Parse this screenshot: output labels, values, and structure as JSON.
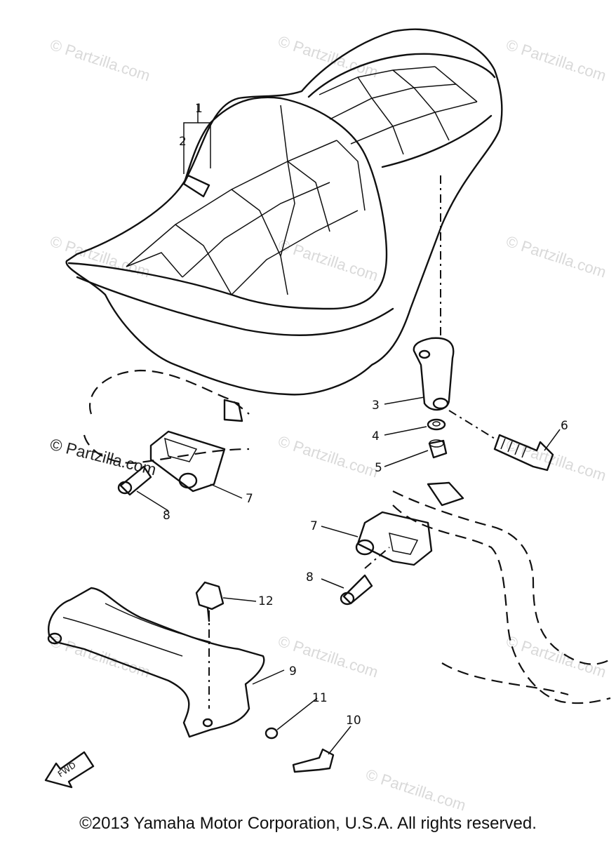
{
  "watermarks": [
    "© Partzilla.com",
    "© Partzilla.com",
    "© Partzilla.com",
    "© Partzilla.com",
    "© Partzilla.com",
    "© Partzilla.com",
    "© Partzilla.com",
    "© Partzilla.com",
    "© Partzilla.com",
    "© Partzilla.com",
    "© Partzilla.com",
    "© Partzilla.com"
  ],
  "watermark_dark": "© Partzilla.com",
  "callouts": [
    "1",
    "2",
    "3",
    "4",
    "5",
    "6",
    "7",
    "8",
    "7",
    "8",
    "12",
    "9",
    "11",
    "10"
  ],
  "fwd_label": "FWD",
  "copyright": "©2013 Yamaha Motor Corporation, U.S.A. All rights reserved."
}
